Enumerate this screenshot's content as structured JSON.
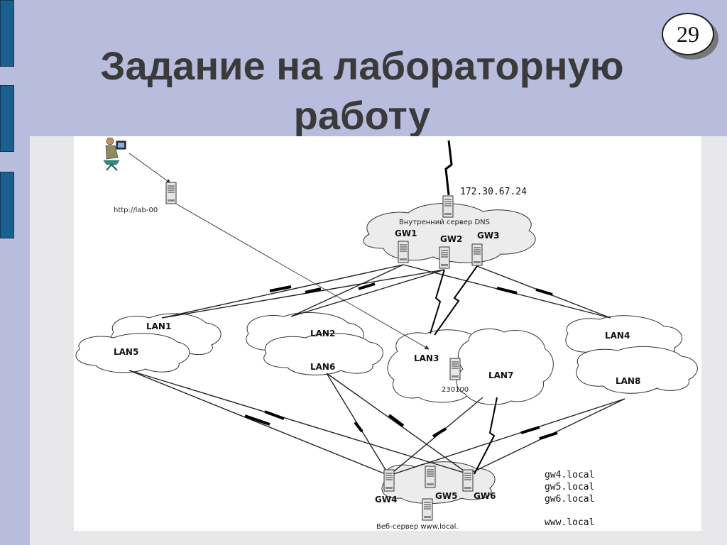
{
  "slide": {
    "title_line1": "Задание на лабораторную",
    "title_line2": "работу",
    "page_number": "29"
  },
  "diagram": {
    "dns_ip": "172.30.67.24",
    "dns_label": "Внутренний сервер DNS",
    "client_url": "http://lab-00",
    "lan3_server": "230100",
    "web_server_label": "Веб-сервер www.local.",
    "gateways": [
      "GW1",
      "GW2",
      "GW3",
      "GW4",
      "GW5",
      "GW6"
    ],
    "lans": [
      "LAN1",
      "LAN2",
      "LAN3",
      "LAN4",
      "LAN5",
      "LAN6",
      "LAN7",
      "LAN8"
    ],
    "domains": [
      "gw4.local",
      "gw5.local",
      "gw6.local",
      "www.local"
    ]
  }
}
